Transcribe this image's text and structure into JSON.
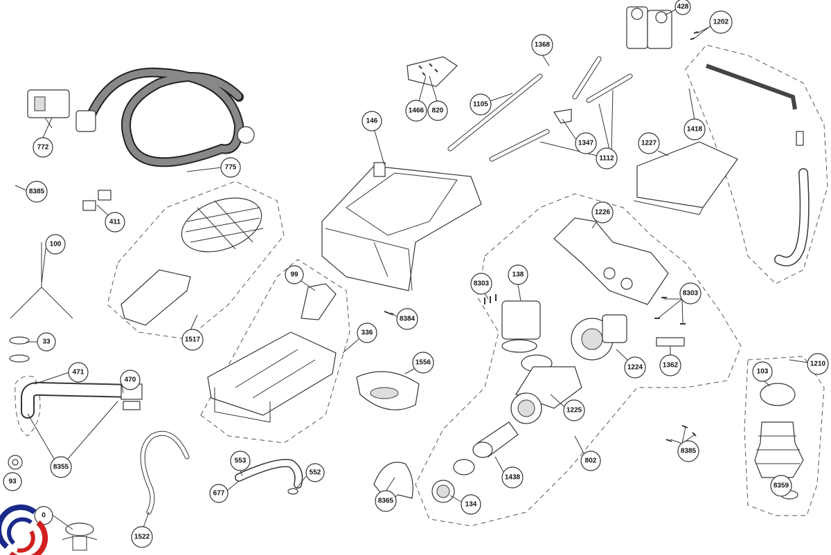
{
  "diagram": {
    "type": "exploded-parts-diagram",
    "callouts": [
      "0",
      "772",
      "775",
      "8385",
      "411",
      "100",
      "33",
      "471",
      "470",
      "8355",
      "93",
      "1517",
      "1522",
      "553",
      "677",
      "552",
      "99",
      "336",
      "8384",
      "1556",
      "8365",
      "146",
      "1466",
      "820",
      "1105",
      "1368",
      "1347",
      "1112",
      "428",
      "1202",
      "1418",
      "1227",
      "1226",
      "8303",
      "138",
      "8303",
      "1224",
      "1362",
      "1225",
      "802",
      "1438",
      "134",
      "8385",
      "1210",
      "103",
      "8359"
    ]
  },
  "colors": {
    "logo_blue": "#1a2a8a",
    "logo_red": "#d02020",
    "line": "#333333"
  }
}
